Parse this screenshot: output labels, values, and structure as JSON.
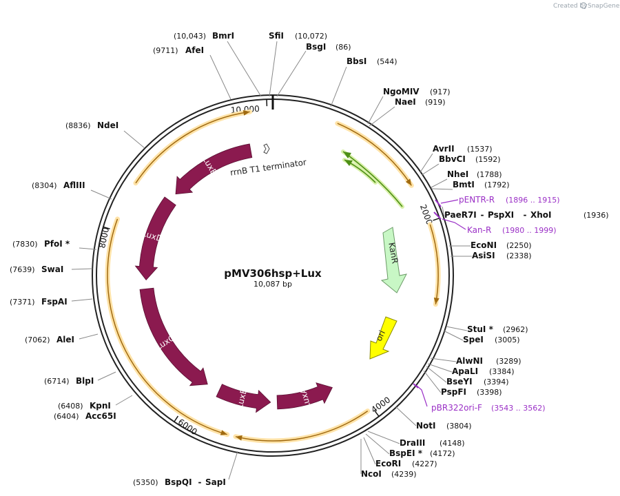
{
  "credit": {
    "prefix": "Created by",
    "brand": "SnapGene"
  },
  "plasmid": {
    "name": "pMV306hsp+Lux",
    "size_label": "10,087 bp"
  },
  "ticks": [
    {
      "label": "10,000",
      "angle": 358
    },
    {
      "label": "2000",
      "angle": 71
    },
    {
      "label": "4000",
      "angle": 143
    },
    {
      "label": "6000",
      "angle": 214
    },
    {
      "label": "8000",
      "angle": 286
    }
  ],
  "sites": [
    {
      "name": "BmrI",
      "pos": "(10,043)"
    },
    {
      "name": "SfiI",
      "pos": "(10,072)"
    },
    {
      "name": "BsgI",
      "pos": "(86)"
    },
    {
      "name": "AfeI",
      "pos": "(9711)"
    },
    {
      "name": "BbsI",
      "pos": "(544)"
    },
    {
      "name": "NgoMIV",
      "pos": "(917)"
    },
    {
      "name": "NaeI",
      "pos": "(919)"
    },
    {
      "name": "NdeI",
      "pos": "(8836)"
    },
    {
      "name": "AvrII",
      "pos": "(1537)"
    },
    {
      "name": "BbvCI",
      "pos": "(1592)"
    },
    {
      "name": "NheI",
      "pos": "(1788)"
    },
    {
      "name": "BmtI",
      "pos": "(1792)"
    },
    {
      "name": "AflIII",
      "pos": "(8304)"
    },
    {
      "name": "PaeR7I",
      "pos": ""
    },
    {
      "name": "PspXI",
      "pos": ""
    },
    {
      "name": "XhoI",
      "pos": "(1936)"
    },
    {
      "name": "PfoI *",
      "pos": "(7830)"
    },
    {
      "name": "EcoNI",
      "pos": "(2250)"
    },
    {
      "name": "AsiSI",
      "pos": "(2338)"
    },
    {
      "name": "SwaI",
      "pos": "(7639)"
    },
    {
      "name": "FspAI",
      "pos": "(7371)"
    },
    {
      "name": "StuI *",
      "pos": "(2962)"
    },
    {
      "name": "SpeI",
      "pos": "(3005)"
    },
    {
      "name": "AleI",
      "pos": "(7062)"
    },
    {
      "name": "AlwNI",
      "pos": "(3289)"
    },
    {
      "name": "ApaLI",
      "pos": "(3384)"
    },
    {
      "name": "BseYI",
      "pos": "(3394)"
    },
    {
      "name": "PspFI",
      "pos": "(3398)"
    },
    {
      "name": "BlpI",
      "pos": "(6714)"
    },
    {
      "name": "KpnI",
      "pos": "(6408)"
    },
    {
      "name": "Acc65I",
      "pos": "(6404)"
    },
    {
      "name": "NotI",
      "pos": "(3804)"
    },
    {
      "name": "DraIII",
      "pos": "(4148)"
    },
    {
      "name": "BspEI *",
      "pos": "(4172)"
    },
    {
      "name": "EcoRI",
      "pos": "(4227)"
    },
    {
      "name": "NcoI",
      "pos": "(4239)"
    },
    {
      "name": "BspQI",
      "pos": "(5350)"
    },
    {
      "name": "SapI",
      "pos": ""
    }
  ],
  "primers": [
    {
      "name": "pENTR-R",
      "range": "(1896 .. 1915)"
    },
    {
      "name": "Kan-R",
      "range": "(1980 .. 1999)"
    },
    {
      "name": "pBR322ori-F",
      "range": "(3543 .. 3562)"
    }
  ],
  "features": [
    {
      "name": "KanR",
      "color": "#c8f7c5"
    },
    {
      "name": "ori",
      "color": "#ffff00"
    },
    {
      "name": "LuxA",
      "color": "#8b1a4f"
    },
    {
      "name": "LuxB",
      "color": "#8b1a4f"
    },
    {
      "name": "LuxC",
      "color": "#8b1a4f"
    },
    {
      "name": "LuxD",
      "color": "#8b1a4f"
    },
    {
      "name": "LuxE",
      "color": "#8b1a4f"
    },
    {
      "name": "rrnB T1 terminator",
      "color": "#ffffff"
    }
  ],
  "colors": {
    "orf": "#f5a623",
    "primer": "#9a2fc6",
    "green_primer": "#6aa81e",
    "backbone": "#222222"
  }
}
